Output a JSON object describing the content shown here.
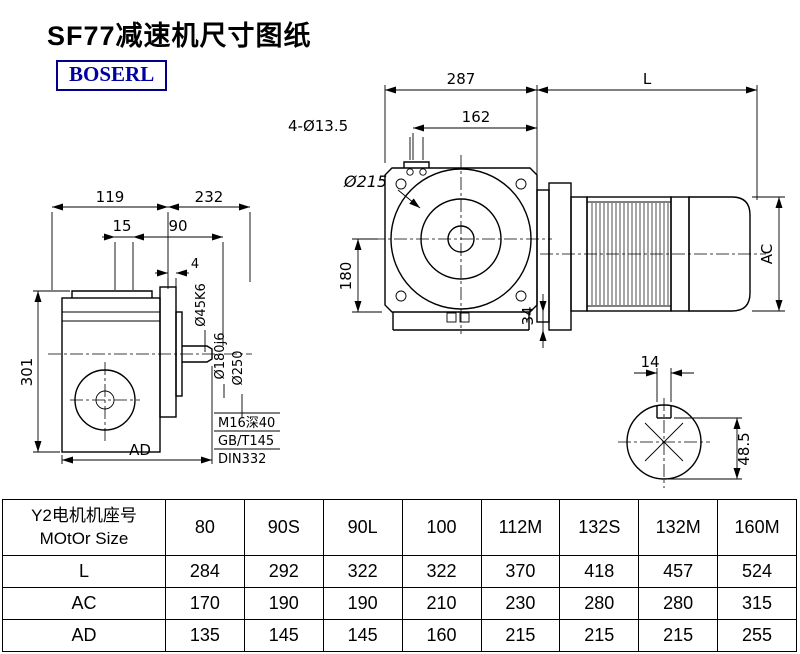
{
  "page": {
    "title": "SF77减速机尺寸图纸",
    "logo": "BOSERL"
  },
  "drawing": {
    "side_view": {
      "dim_119": "119",
      "dim_232": "232",
      "dim_15": "15",
      "dim_90": "90",
      "dim_4": "4",
      "dim_301": "301",
      "dim_ad": "AD",
      "shaft_dia": "Ø45K6",
      "spigot_dia": "Ø180j6",
      "flange_dia": "Ø250",
      "note_tap": "M16深40",
      "note_std": "GB/T145",
      "note_din": "DIN332"
    },
    "front_view": {
      "dim_287": "287",
      "dim_l": "L",
      "dim_162": "162",
      "holes": "4-Ø13.5",
      "flange_circle": "Ø215",
      "dim_180": "180",
      "dim_34": "34",
      "dim_ac": "AC"
    },
    "shaft_section": {
      "dim_14": "14",
      "dim_485": "48.5"
    }
  },
  "table": {
    "header_line1": "Y2电机机座号",
    "header_line2": "MOtOr Size",
    "columns": [
      "80",
      "90S",
      "90L",
      "100",
      "112M",
      "132S",
      "132M",
      "160M"
    ],
    "rows": [
      {
        "label": "L",
        "values": [
          "284",
          "292",
          "322",
          "322",
          "370",
          "418",
          "457",
          "524"
        ]
      },
      {
        "label": "AC",
        "values": [
          "170",
          "190",
          "190",
          "210",
          "230",
          "280",
          "280",
          "315"
        ]
      },
      {
        "label": "AD",
        "values": [
          "135",
          "145",
          "145",
          "160",
          "215",
          "215",
          "215",
          "255"
        ]
      }
    ]
  }
}
